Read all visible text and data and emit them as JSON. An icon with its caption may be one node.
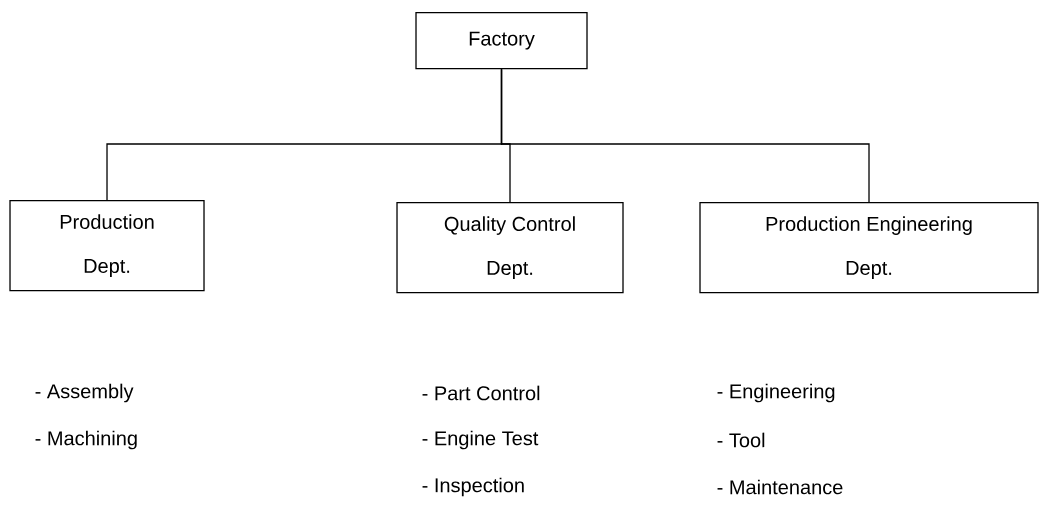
{
  "diagram": {
    "nodes": [
      {
        "text": [
          "Factory"
        ]
      },
      {
        "text": [
          "Production",
          "Dept."
        ],
        "beside": [
          "- Assembly",
          "- Machining"
        ]
      },
      {
        "text": [
          "Quality Control",
          "Dept."
        ],
        "beside": [
          "- Part Control",
          "- Engine Test",
          "- Inspection"
        ]
      },
      {
        "text": [
          "Production Engineering",
          "Dept."
        ],
        "beside": [
          "- Engineering",
          "- Tool",
          "- Maintenance"
        ]
      }
    ],
    "edges": [
      {
        "from": 0,
        "to": 1,
        "arrow": "none"
      },
      {
        "from": 0,
        "to": 2,
        "arrow": "none"
      },
      {
        "from": 0,
        "to": 3,
        "arrow": "none"
      }
    ]
  }
}
